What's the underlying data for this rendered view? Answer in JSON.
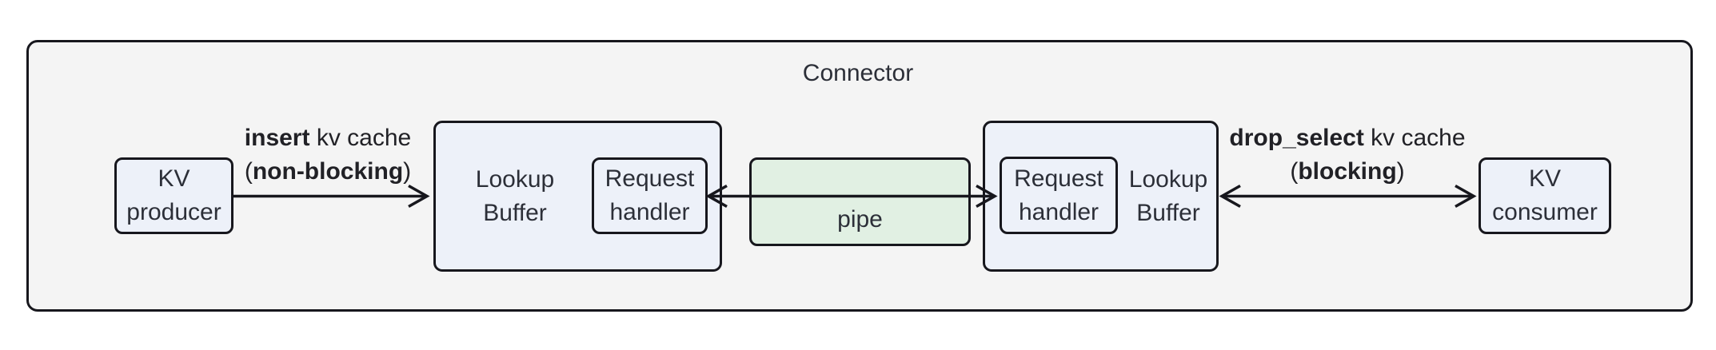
{
  "title": "Connector",
  "boxes": {
    "kv_producer": {
      "line1": "KV",
      "line2": "producer"
    },
    "lookup_buffer_left": {
      "line1": "Lookup",
      "line2": "Buffer"
    },
    "request_handler_left": {
      "line1": "Request",
      "line2": "handler"
    },
    "pipe": {
      "label": "pipe"
    },
    "request_handler_right": {
      "line1": "Request",
      "line2": "handler"
    },
    "lookup_buffer_right": {
      "line1": "Lookup",
      "line2": "Buffer"
    },
    "kv_consumer": {
      "line1": "KV",
      "line2": "consumer"
    }
  },
  "labels": {
    "insert": {
      "bold1": "insert",
      "rest1": " kv cache",
      "pre2": "(",
      "bold2": "non-blocking",
      "post2": ")"
    },
    "drop_select": {
      "bold1": "drop_select",
      "rest1": " kv cache",
      "pre2": "(",
      "bold2": "blocking",
      "post2": ")"
    }
  },
  "colors": {
    "page_bg": "#ffffff",
    "outer_bg": "#f4f4f4",
    "box_blue": "#edf1f9",
    "pipe_green": "#e1f0e3",
    "line_color": "#17171d",
    "text_color": "#2c2f38",
    "label_color": "#212126"
  }
}
